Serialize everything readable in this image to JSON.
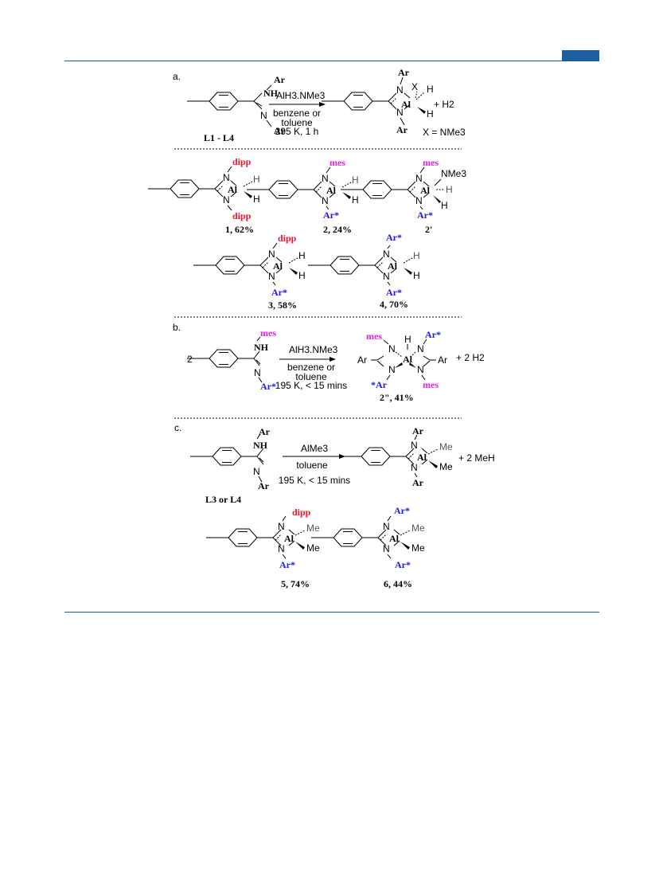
{
  "header": {
    "accent_color": "#1b5fa2"
  },
  "reaction_a": {
    "panel_label": "a.",
    "reagent": "AlH3.NMe3",
    "solvent_line1": "benzene or",
    "solvent_line2": "toluene",
    "conditions": "295 K, 1 h",
    "byproduct": "+ H2",
    "x_definition": "X = NMe3",
    "ligand_label": "L1 - L4"
  },
  "products_a": [
    {
      "label": "1, 62%",
      "top": "dipp",
      "bottom": "dipp"
    },
    {
      "label": "2, 24%",
      "top": "mes",
      "bottom": "Ar*"
    },
    {
      "label": "2'",
      "top": "mes",
      "bottom": "Ar*",
      "extra": "NMe3"
    },
    {
      "label": "3, 58%",
      "top": "dipp",
      "bottom": "Ar*"
    },
    {
      "label": "4, 70%",
      "top": "Ar*",
      "bottom": "Ar*"
    }
  ],
  "reaction_b": {
    "panel_label": "b.",
    "stoich": "2",
    "reagent": "AlH3.NMe3",
    "solvent_line1": "benzene or",
    "solvent_line2": "toluene",
    "conditions": "195 K, < 15 mins",
    "byproduct": "+ 2 H2",
    "product_label": "2\", 41%"
  },
  "reaction_c": {
    "panel_label": "c.",
    "reagent": "AlMe3",
    "solvent": "toluene",
    "conditions": "195 K, < 15 mins",
    "byproduct": "+ 2 MeH",
    "ligand_label": "L3 or L4"
  },
  "products_c": [
    {
      "label": "5, 74%",
      "top": "dipp",
      "bottom": "Ar*"
    },
    {
      "label": "6, 44%",
      "top": "Ar*",
      "bottom": "Ar*"
    }
  ],
  "atoms": {
    "ar": "Ar",
    "nh": "NH",
    "n": "N",
    "al": "Al",
    "h": "H",
    "x": "X",
    "me": "Me"
  }
}
